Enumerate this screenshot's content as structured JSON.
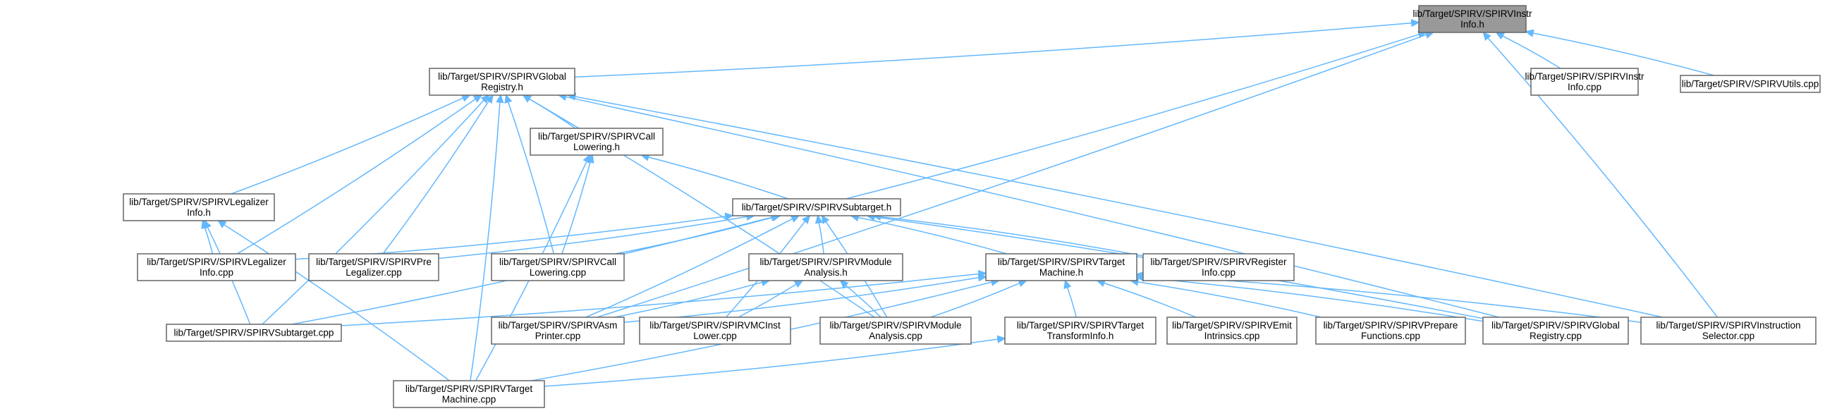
{
  "graph": {
    "arrow_color": "#63b8ff",
    "node_border_color": "#666666",
    "root_fill_color": "#999999",
    "nodes": [
      {
        "id": "n_instrinfo_h",
        "name": "node-spirv-instr-info-h",
        "lines": [
          "lib/Target/SPIRV/SPIRVInstr",
          "Info.h"
        ],
        "highlight": true
      },
      {
        "id": "n_globalreg_h",
        "name": "node-spirv-global-registry-h",
        "lines": [
          "lib/Target/SPIRV/SPIRVGlobal",
          "Registry.h"
        ]
      },
      {
        "id": "n_instrinfo_cpp",
        "name": "node-spirv-instr-info-cpp",
        "lines": [
          "lib/Target/SPIRV/SPIRVInstr",
          "Info.cpp"
        ]
      },
      {
        "id": "n_utils_cpp",
        "name": "node-spirv-utils-cpp",
        "lines": [
          "lib/Target/SPIRV/SPIRVUtils.cpp"
        ]
      },
      {
        "id": "n_calllow_h",
        "name": "node-spirv-call-lowering-h",
        "lines": [
          "lib/Target/SPIRV/SPIRVCall",
          "Lowering.h"
        ]
      },
      {
        "id": "n_legalizer_h",
        "name": "node-spirv-legalizer-info-h",
        "lines": [
          "lib/Target/SPIRV/SPIRVLegalizer",
          "Info.h"
        ]
      },
      {
        "id": "n_subtarget_h",
        "name": "node-spirv-subtarget-h",
        "lines": [
          "lib/Target/SPIRV/SPIRVSubtarget.h"
        ]
      },
      {
        "id": "n_legalizer_cpp",
        "name": "node-spirv-legalizer-info-cpp",
        "lines": [
          "lib/Target/SPIRV/SPIRVLegalizer",
          "Info.cpp"
        ]
      },
      {
        "id": "n_prelegal_cpp",
        "name": "node-spirv-pre-legalizer-cpp",
        "lines": [
          "lib/Target/SPIRV/SPIRVPre",
          "Legalizer.cpp"
        ]
      },
      {
        "id": "n_calllow_cpp",
        "name": "node-spirv-call-lowering-cpp",
        "lines": [
          "lib/Target/SPIRV/SPIRVCall",
          "Lowering.cpp"
        ]
      },
      {
        "id": "n_modana_h",
        "name": "node-spirv-module-analysis-h",
        "lines": [
          "lib/Target/SPIRV/SPIRVModule",
          "Analysis.h"
        ]
      },
      {
        "id": "n_targetmach_h",
        "name": "node-spirv-target-machine-h",
        "lines": [
          "lib/Target/SPIRV/SPIRVTarget",
          "Machine.h"
        ]
      },
      {
        "id": "n_reginfo_cpp",
        "name": "node-spirv-register-info-cpp",
        "lines": [
          "lib/Target/SPIRV/SPIRVRegister",
          "Info.cpp"
        ]
      },
      {
        "id": "n_subtarget_cpp",
        "name": "node-spirv-subtarget-cpp",
        "lines": [
          "lib/Target/SPIRV/SPIRVSubtarget.cpp"
        ]
      },
      {
        "id": "n_asmprinter_cpp",
        "name": "node-spirv-asm-printer-cpp",
        "lines": [
          "lib/Target/SPIRV/SPIRVAsm",
          "Printer.cpp"
        ]
      },
      {
        "id": "n_mcinst_cpp",
        "name": "node-spirv-mcinst-lower-cpp",
        "lines": [
          "lib/Target/SPIRV/SPIRVMCInst",
          "Lower.cpp"
        ]
      },
      {
        "id": "n_modana_cpp",
        "name": "node-spirv-module-analysis-cpp",
        "lines": [
          "lib/Target/SPIRV/SPIRVModule",
          "Analysis.cpp"
        ]
      },
      {
        "id": "n_tti_h",
        "name": "node-spirv-target-transform-info-h",
        "lines": [
          "lib/Target/SPIRV/SPIRVTarget",
          "TransformInfo.h"
        ]
      },
      {
        "id": "n_emit_cpp",
        "name": "node-spirv-emit-intrinsics-cpp",
        "lines": [
          "lib/Target/SPIRV/SPIRVEmit",
          "Intrinsics.cpp"
        ]
      },
      {
        "id": "n_prepfn_cpp",
        "name": "node-spirv-prepare-functions-cpp",
        "lines": [
          "lib/Target/SPIRV/SPIRVPrepare",
          "Functions.cpp"
        ]
      },
      {
        "id": "n_globalreg_cpp",
        "name": "node-spirv-global-registry-cpp",
        "lines": [
          "lib/Target/SPIRV/SPIRVGlobal",
          "Registry.cpp"
        ]
      },
      {
        "id": "n_instrsel_cpp",
        "name": "node-spirv-instruction-selector-cpp",
        "lines": [
          "lib/Target/SPIRV/SPIRVInstruction",
          "Selector.cpp"
        ]
      },
      {
        "id": "n_targetmach_cpp",
        "name": "node-spirv-target-machine-cpp",
        "lines": [
          "lib/Target/SPIRV/SPIRVTarget",
          "Machine.cpp"
        ]
      }
    ],
    "edges": [
      {
        "from": "n_instrinfo_h",
        "to": "n_globalreg_h"
      },
      {
        "from": "n_instrinfo_h",
        "to": "n_instrinfo_cpp"
      },
      {
        "from": "n_instrinfo_h",
        "to": "n_utils_cpp"
      },
      {
        "from": "n_instrinfo_h",
        "to": "n_subtarget_h"
      },
      {
        "from": "n_instrinfo_h",
        "to": "n_asmprinter_cpp"
      },
      {
        "from": "n_instrinfo_h",
        "to": "n_instrsel_cpp"
      },
      {
        "from": "n_globalreg_h",
        "to": "n_calllow_h"
      },
      {
        "from": "n_globalreg_h",
        "to": "n_legalizer_h"
      },
      {
        "from": "n_globalreg_h",
        "to": "n_legalizer_cpp"
      },
      {
        "from": "n_globalreg_h",
        "to": "n_prelegal_cpp"
      },
      {
        "from": "n_globalreg_h",
        "to": "n_calllow_cpp"
      },
      {
        "from": "n_globalreg_h",
        "to": "n_subtarget_cpp"
      },
      {
        "from": "n_globalreg_h",
        "to": "n_modana_cpp"
      },
      {
        "from": "n_globalreg_h",
        "to": "n_globalreg_cpp"
      },
      {
        "from": "n_globalreg_h",
        "to": "n_instrsel_cpp"
      },
      {
        "from": "n_globalreg_h",
        "to": "n_targetmach_cpp"
      },
      {
        "from": "n_calllow_h",
        "to": "n_subtarget_h"
      },
      {
        "from": "n_calllow_h",
        "to": "n_calllow_cpp"
      },
      {
        "from": "n_calllow_h",
        "to": "n_targetmach_cpp"
      },
      {
        "from": "n_legalizer_h",
        "to": "n_legalizer_cpp"
      },
      {
        "from": "n_legalizer_h",
        "to": "n_subtarget_cpp"
      },
      {
        "from": "n_legalizer_h",
        "to": "n_targetmach_cpp"
      },
      {
        "from": "n_subtarget_h",
        "to": "n_legalizer_cpp"
      },
      {
        "from": "n_subtarget_h",
        "to": "n_prelegal_cpp"
      },
      {
        "from": "n_subtarget_h",
        "to": "n_calllow_cpp"
      },
      {
        "from": "n_subtarget_h",
        "to": "n_modana_h"
      },
      {
        "from": "n_subtarget_h",
        "to": "n_targetmach_h"
      },
      {
        "from": "n_subtarget_h",
        "to": "n_reginfo_cpp"
      },
      {
        "from": "n_subtarget_h",
        "to": "n_subtarget_cpp"
      },
      {
        "from": "n_subtarget_h",
        "to": "n_asmprinter_cpp"
      },
      {
        "from": "n_subtarget_h",
        "to": "n_mcinst_cpp"
      },
      {
        "from": "n_subtarget_h",
        "to": "n_modana_cpp"
      },
      {
        "from": "n_subtarget_h",
        "to": "n_globalreg_cpp"
      },
      {
        "from": "n_modana_h",
        "to": "n_asmprinter_cpp"
      },
      {
        "from": "n_modana_h",
        "to": "n_mcinst_cpp"
      },
      {
        "from": "n_modana_h",
        "to": "n_modana_cpp"
      },
      {
        "from": "n_targetmach_h",
        "to": "n_subtarget_cpp"
      },
      {
        "from": "n_targetmach_h",
        "to": "n_asmprinter_cpp"
      },
      {
        "from": "n_targetmach_h",
        "to": "n_modana_cpp"
      },
      {
        "from": "n_targetmach_h",
        "to": "n_tti_h"
      },
      {
        "from": "n_targetmach_h",
        "to": "n_emit_cpp"
      },
      {
        "from": "n_targetmach_h",
        "to": "n_prepfn_cpp"
      },
      {
        "from": "n_targetmach_h",
        "to": "n_globalreg_cpp"
      },
      {
        "from": "n_targetmach_h",
        "to": "n_instrsel_cpp"
      },
      {
        "from": "n_targetmach_h",
        "to": "n_targetmach_cpp"
      },
      {
        "from": "n_tti_h",
        "to": "n_targetmach_cpp"
      }
    ]
  }
}
